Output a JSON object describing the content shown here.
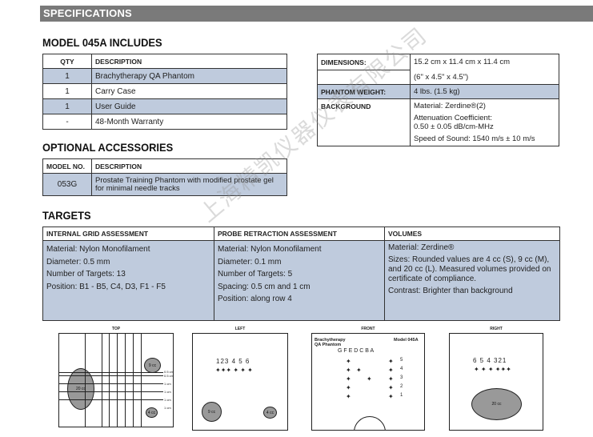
{
  "header": {
    "title": "SPECIFICATIONS"
  },
  "includes": {
    "title": "MODEL 045A INCLUDES",
    "col_qty": "QTY",
    "col_desc": "DESCRIPTION",
    "rows": [
      {
        "qty": "1",
        "desc": "Brachytherapy QA Phantom"
      },
      {
        "qty": "1",
        "desc": "Carry Case"
      },
      {
        "qty": "1",
        "desc": "User Guide"
      },
      {
        "qty": "-",
        "desc": "48-Month Warranty"
      }
    ]
  },
  "accessories": {
    "title": "OPTIONAL ACCESSORIES",
    "col_model": "MODEL NO.",
    "col_desc": "DESCRIPTION",
    "model": "053G",
    "desc": "Prostate Training Phantom with modified prostate gel for minimal needle tracks"
  },
  "specs": {
    "dimensions_label": "DIMENSIONS:",
    "dimensions_1": "15.2 cm x 11.4 cm x 11.4 cm",
    "dimensions_2": "(6\" x 4.5\" x 4.5\")",
    "weight_label": "PHANTOM WEIGHT:",
    "weight": "4 lbs.  (1.5 kg)",
    "background_label": "BACKGROUND",
    "material": "Material:  Zerdine®(2)",
    "attenuation_1": "Attenuation Coefficient:",
    "attenuation_2": "0.50 ± 0.05 dB/cm-MHz",
    "sound": "Speed of Sound:  1540 m/s ± 10 m/s"
  },
  "targets": {
    "title": "TARGETS",
    "col1": "INTERNAL GRID ASSESSMENT",
    "col2": "PROBE RETRACTION ASSESSMENT",
    "col3": "VOLUMES",
    "grid": [
      "Material:  Nylon Monofilament",
      "Diameter:  0.5 mm",
      "Number of Targets:  13",
      "Position:  B1 - B5, C4, D3, F1 - F5"
    ],
    "probe": [
      "Material:  Nylon Monofilament",
      "Diameter:  0.1 mm",
      "Number of Targets:  5",
      "Spacing:  0.5 cm and 1 cm",
      "Position:  along row 4"
    ],
    "volumes": [
      "Material:  Zerdine®",
      "Sizes:  Rounded values are 4 cc (S), 9 cc (M), and 20 cc (L). Measured volumes provided on certificate of compliance.",
      "Contrast:  Brighter than background"
    ]
  },
  "diagrams": {
    "top": {
      "label": "TOP",
      "c20": "20 cc",
      "c9": "9 cc",
      "c4": "4 cc",
      "ticks": [
        "0.5 cm",
        "0.5 cm",
        "1 cm",
        "1 cm",
        "1 cm",
        "1 cm"
      ]
    },
    "left": {
      "label": "LEFT",
      "numbers": "123  4  5  6",
      "c9": "9 cc",
      "c4": "4 cc"
    },
    "front": {
      "label": "FRONT",
      "brand_1": "Brachytherapy",
      "brand_2": "QA Phantom",
      "model": "Model 045A",
      "letters": "G  F  E D C  B A",
      "rows": [
        "5",
        "4",
        "3",
        "2",
        "1"
      ]
    },
    "right": {
      "label": "RIGHT",
      "numbers": "6  5  4  321",
      "c20": "20 cc"
    }
  },
  "watermark": "上海精凯仪器仪表有限公司"
}
